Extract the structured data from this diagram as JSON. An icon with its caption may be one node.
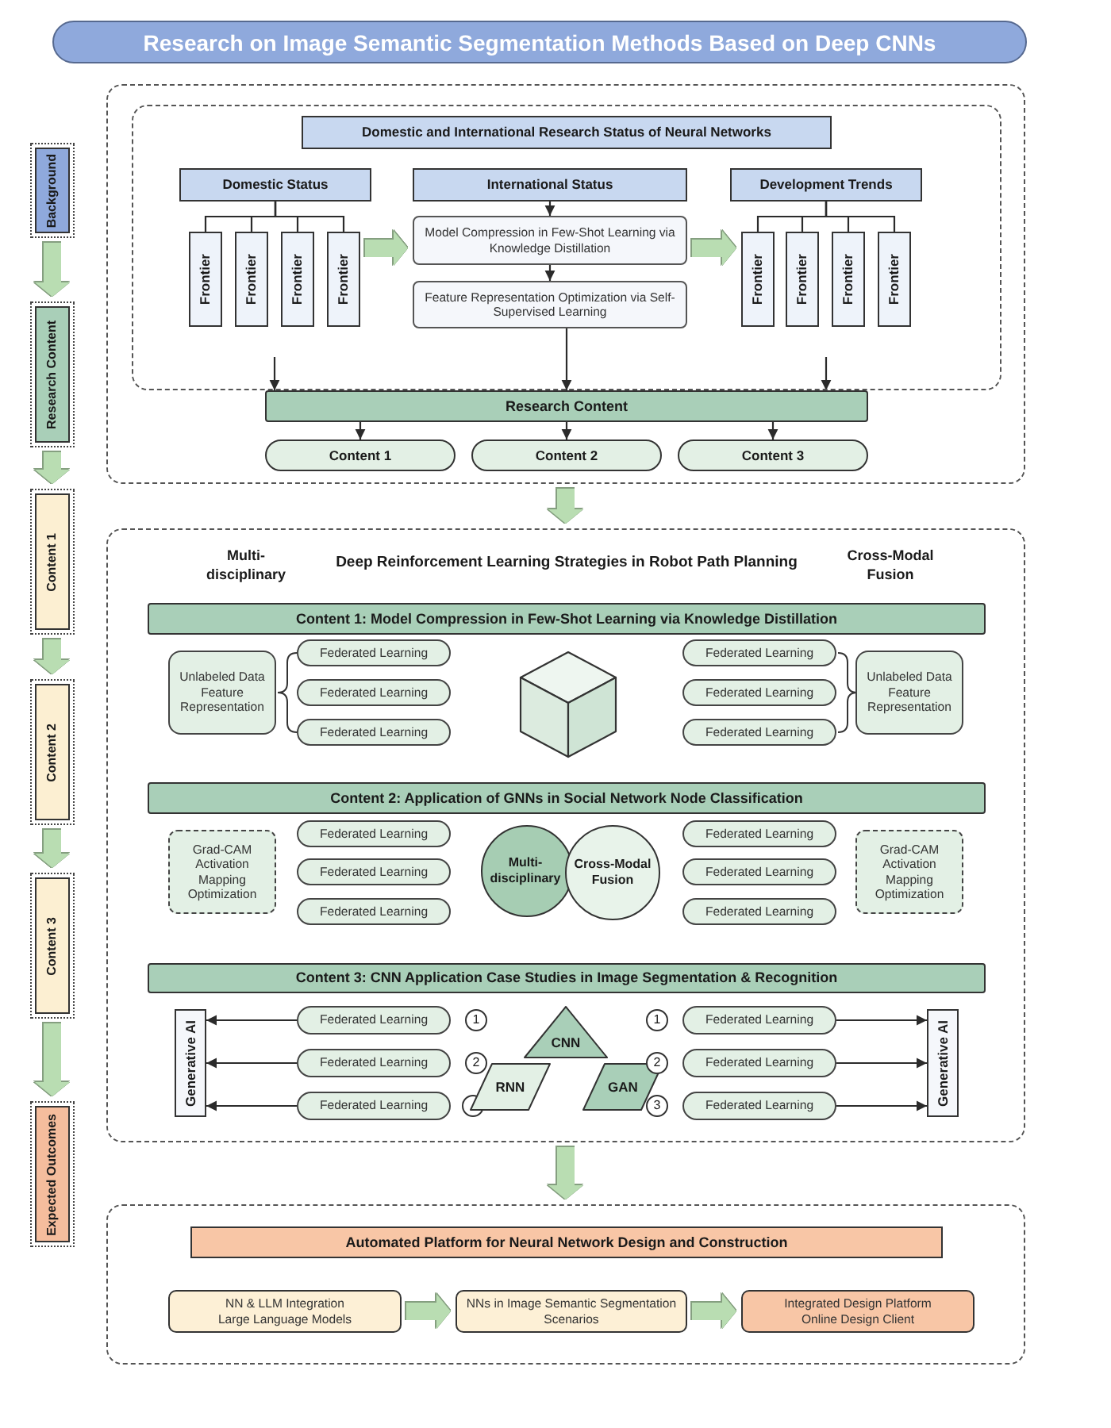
{
  "diagram": {
    "title": "Research on Image Semantic Segmentation Methods Based on Deep CNNs",
    "nodes": [
      {
        "text": [
          "Background"
        ]
      },
      {
        "text": [
          "Research Content"
        ]
      },
      {
        "text": [
          "Content 1"
        ]
      },
      {
        "text": [
          "Content 2"
        ]
      },
      {
        "text": [
          "Content 3"
        ]
      },
      {
        "text": [
          "Expected Outcomes"
        ]
      },
      {
        "text": [],
        "shape": "box"
      },
      {
        "text": [],
        "shape": "box",
        "in": 6
      },
      {
        "text": [
          "Domestic and International Research Status of Neural Networks"
        ],
        "in": 7
      },
      {
        "text": [
          "Domestic Status"
        ],
        "in": 7
      },
      {
        "text": [
          "International Status"
        ],
        "in": 7
      },
      {
        "text": [
          "Development Trends"
        ],
        "in": 7
      },
      {
        "text": [
          "Frontier"
        ],
        "in": 7
      },
      {
        "text": [
          "Frontier"
        ],
        "in": 7
      },
      {
        "text": [
          "Frontier"
        ],
        "in": 7
      },
      {
        "text": [
          "Frontier"
        ],
        "in": 7
      },
      {
        "text": [
          "Model Compression in Few-Shot Learning via Knowledge Distillation"
        ],
        "in": 7
      },
      {
        "text": [
          "Feature Representation Optimization via Self-Supervised Learning"
        ],
        "in": 7
      },
      {
        "text": [
          "Frontier"
        ],
        "in": 7
      },
      {
        "text": [
          "Frontier"
        ],
        "in": 7
      },
      {
        "text": [
          "Frontier"
        ],
        "in": 7
      },
      {
        "text": [
          "Frontier"
        ],
        "in": 7
      },
      {
        "text": [
          "Research Content"
        ],
        "in": 6
      },
      {
        "text": [
          "Content 1"
        ],
        "in": 6
      },
      {
        "text": [
          "Content 2"
        ],
        "in": 6
      },
      {
        "text": [
          "Content 3"
        ],
        "in": 6
      },
      {
        "text": [
          "Multi-disciplinary",
          "Deep Reinforcement Learning Strategies in Robot Path Planning",
          "Cross-Modal Fusion"
        ]
      },
      {
        "text": [
          "Content 1: Model Compression in Few-Shot Learning via Knowledge Distillation"
        ],
        "in": 26
      },
      {
        "text": [
          "Unlabeled Data Feature Representation"
        ],
        "in": 26
      },
      {
        "text": [
          "Federated Learning"
        ],
        "in": 26
      },
      {
        "text": [
          "Federated Learning"
        ],
        "in": 26
      },
      {
        "text": [
          "Federated Learning"
        ],
        "in": 26
      },
      {
        "text": [
          "Federated Learning"
        ],
        "in": 26
      },
      {
        "text": [
          "Federated Learning"
        ],
        "in": 26
      },
      {
        "text": [
          "Federated Learning"
        ],
        "in": 26
      },
      {
        "text": [
          "Unlabeled Data Feature Representation"
        ],
        "in": 26
      },
      {
        "text": [
          "Content 2: Application of GNNs in Social Network Node Classification"
        ],
        "in": 26
      },
      {
        "text": [
          "Grad-CAM Activation Mapping Optimization"
        ],
        "in": 26
      },
      {
        "text": [
          "Federated Learning"
        ],
        "in": 26
      },
      {
        "text": [
          "Federated Learning"
        ],
        "in": 26
      },
      {
        "text": [
          "Federated Learning"
        ],
        "in": 26
      },
      {
        "text": [
          "Multi-disciplinary"
        ],
        "in": 26
      },
      {
        "text": [
          "Cross-Modal Fusion"
        ],
        "in": 26
      },
      {
        "text": [
          "Federated Learning"
        ],
        "in": 26
      },
      {
        "text": [
          "Federated Learning"
        ],
        "in": 26
      },
      {
        "text": [
          "Federated Learning"
        ],
        "in": 26
      },
      {
        "text": [
          "Grad-CAM Activation Mapping Optimization"
        ],
        "in": 26
      },
      {
        "text": [
          "Content 3: CNN Application Case Studies in Image Segmentation & Recognition"
        ],
        "in": 26
      },
      {
        "text": [
          "Generative AI"
        ],
        "in": 26
      },
      {
        "text": [
          "Federated Learning"
        ],
        "in": 26
      },
      {
        "text": [
          "Federated Learning"
        ],
        "in": 26
      },
      {
        "text": [
          "Federated Learning"
        ],
        "in": 26
      },
      {
        "text": [
          "CNN"
        ],
        "in": 26
      },
      {
        "text": [
          "RNN"
        ],
        "in": 26
      },
      {
        "text": [
          "GAN"
        ],
        "in": 26
      },
      {
        "text": [
          "Federated Learning"
        ],
        "in": 26
      },
      {
        "text": [
          "Federated Learning"
        ],
        "in": 26
      },
      {
        "text": [
          "Federated Learning"
        ],
        "in": 26
      },
      {
        "text": [
          "Generative AI"
        ],
        "in": 26
      },
      {
        "text": [],
        "shape": "box"
      },
      {
        "text": [
          "Automated Platform for Neural Network Design and Construction"
        ],
        "in": 59
      },
      {
        "text": [
          "NN & LLM Integration",
          "Large Language Models"
        ],
        "in": 59
      },
      {
        "text": [
          "NNs in Image Semantic Segmentation Scenarios"
        ],
        "in": 59
      },
      {
        "text": [
          "Integrated Design Platform",
          "Online Design Client"
        ],
        "in": 59
      }
    ],
    "edges": [
      {
        "from": 0,
        "to": 1,
        "arrow": "to",
        "style": "thick",
        "color": "#b9ddb2"
      },
      {
        "from": 1,
        "to": 2,
        "arrow": "to",
        "style": "thick",
        "color": "#b9ddb2"
      },
      {
        "from": 2,
        "to": 3,
        "arrow": "to",
        "style": "thick",
        "color": "#b9ddb2"
      },
      {
        "from": 3,
        "to": 4,
        "arrow": "to",
        "style": "thick",
        "color": "#b9ddb2"
      },
      {
        "from": 4,
        "to": 5,
        "arrow": "to",
        "style": "thick",
        "color": "#b9ddb2"
      },
      {
        "from": 9,
        "to": 12,
        "arrow": "none"
      },
      {
        "from": 9,
        "to": 13,
        "arrow": "none"
      },
      {
        "from": 9,
        "to": 14,
        "arrow": "none"
      },
      {
        "from": 9,
        "to": 15,
        "arrow": "none"
      },
      {
        "from": 10,
        "to": 16,
        "arrow": "to"
      },
      {
        "from": 16,
        "to": 17,
        "arrow": "to"
      },
      {
        "from": 11,
        "to": 18,
        "arrow": "none"
      },
      {
        "from": 11,
        "to": 19,
        "arrow": "none"
      },
      {
        "from": 11,
        "to": 20,
        "arrow": "none"
      },
      {
        "from": 11,
        "to": 21,
        "arrow": "none"
      },
      {
        "from": 15,
        "to": 16,
        "arrow": "to",
        "style": "thick",
        "color": "#b9ddb2"
      },
      {
        "from": 16,
        "to": 18,
        "arrow": "to",
        "style": "thick",
        "color": "#b9ddb2"
      },
      {
        "from": null,
        "to": 22,
        "arrow": "to"
      },
      {
        "from": 17,
        "to": 22,
        "arrow": "to"
      },
      {
        "from": null,
        "to": 22,
        "arrow": "to"
      },
      {
        "from": 22,
        "to": 23,
        "arrow": "to"
      },
      {
        "from": 22,
        "to": 24,
        "arrow": "to"
      },
      {
        "from": 22,
        "to": 25,
        "arrow": "to"
      },
      {
        "from": 6,
        "to": 26,
        "arrow": "to",
        "style": "thick",
        "color": "#b9ddb2"
      },
      {
        "from": 49,
        "to": 48,
        "arrow": "to"
      },
      {
        "from": 50,
        "to": 48,
        "arrow": "to"
      },
      {
        "from": 51,
        "to": 48,
        "arrow": "to"
      },
      {
        "from": 55,
        "to": 58,
        "arrow": "to"
      },
      {
        "from": 56,
        "to": 58,
        "arrow": "to"
      },
      {
        "from": 57,
        "to": 58,
        "arrow": "to"
      },
      {
        "from": 26,
        "to": 59,
        "arrow": "to",
        "style": "thick",
        "color": "#b9ddb2"
      },
      {
        "from": 61,
        "to": 62,
        "arrow": "to",
        "style": "thick",
        "color": "#b9ddb2"
      },
      {
        "from": 62,
        "to": 63,
        "arrow": "to",
        "style": "thick",
        "color": "#b9ddb2"
      }
    ],
    "labels": [
      "1",
      "1",
      "2",
      "2",
      "3"
    ]
  }
}
